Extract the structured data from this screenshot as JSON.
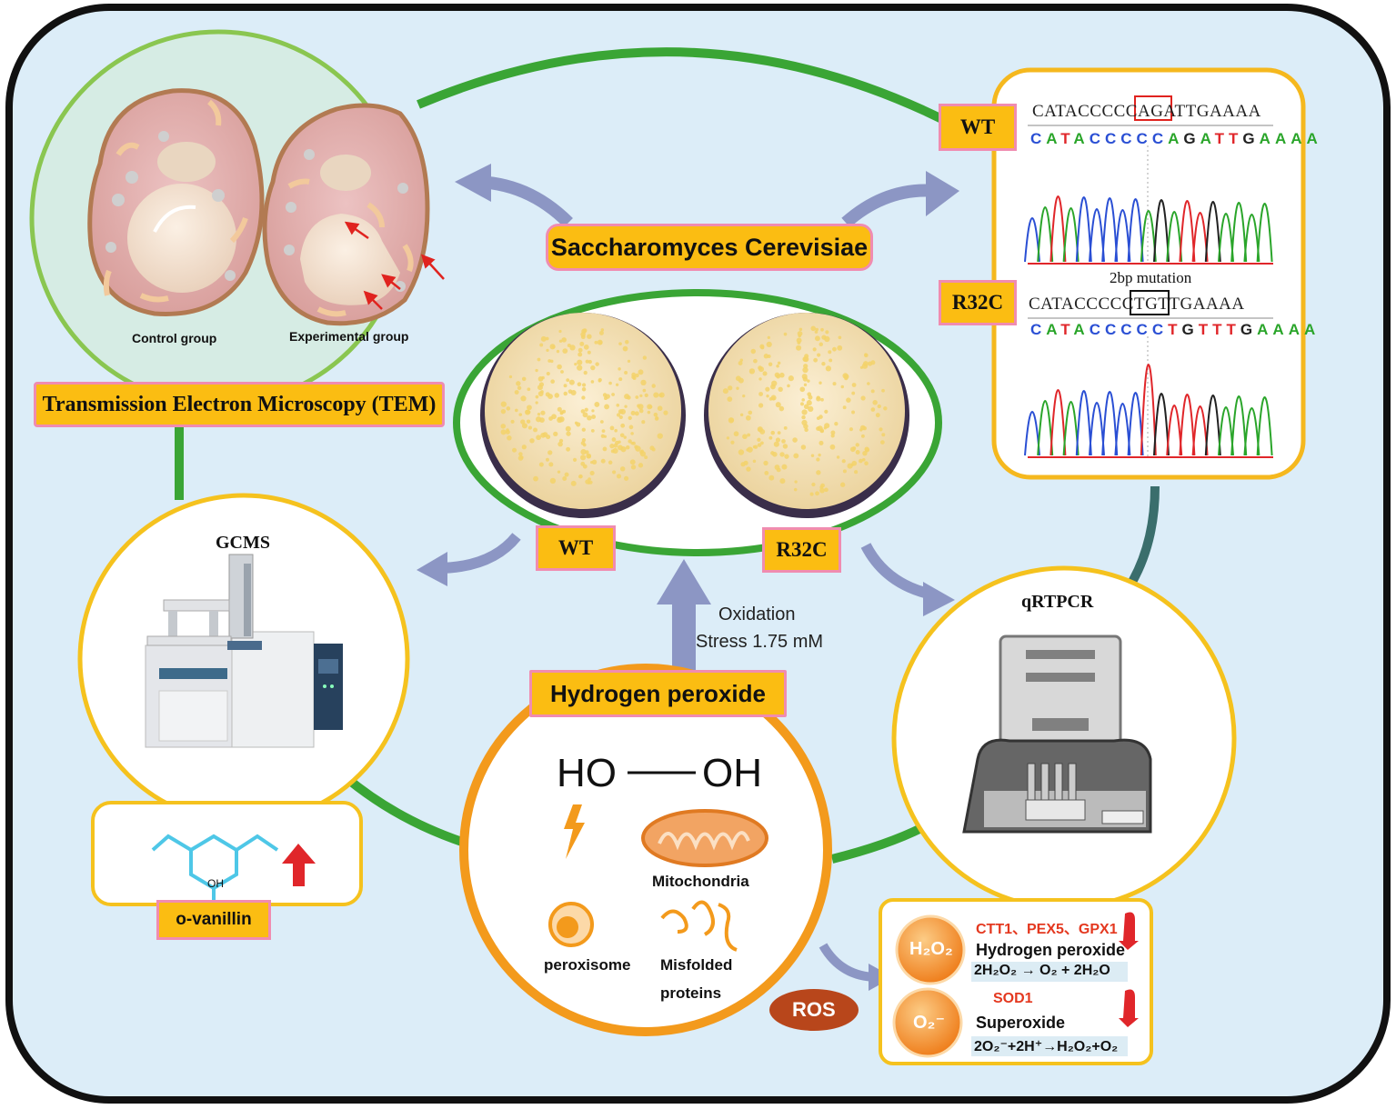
{
  "top_labels": {
    "species": "Saccharomyces  Cerevisiae",
    "tem": "Transmission Electron Microscopy (TEM)",
    "control_group": "Control group",
    "experimental_group": "Experimental group"
  },
  "plates": {
    "wt": "WT",
    "r32c": "R32C"
  },
  "sequencing": {
    "wt_tag": "WT",
    "r32c_tag": "R32C",
    "wt_seq_plain": "CATACCCCC",
    "wt_seq_boxed": "AGA",
    "wt_seq_tail": "TTGAAAA",
    "wt_colored": [
      "C",
      "A",
      "T",
      "A",
      "C",
      "C",
      "C",
      "C",
      "C",
      "A",
      "G",
      "A",
      "T",
      "T",
      "G",
      "A",
      "A",
      "A",
      "A"
    ],
    "mutation_note": "2bp mutation",
    "r32c_seq_plain": "CATACCCCC",
    "r32c_seq_boxed": "TGT",
    "r32c_seq_tail": "TGAAAA",
    "r32c_colored": [
      "C",
      "A",
      "T",
      "A",
      "C",
      "C",
      "C",
      "C",
      "C",
      "T",
      "G",
      "T",
      "T",
      "T",
      "G",
      "A",
      "A",
      "A",
      "A"
    ],
    "base_colors": {
      "A": "#2aa52a",
      "C": "#2a4fd4",
      "G": "#222222",
      "T": "#e0262a"
    }
  },
  "gcms": {
    "title": "GCMS"
  },
  "qrtpcr": {
    "title": "qRTPCR"
  },
  "treatment": {
    "oxidation_line1": "Oxidation",
    "oxidation_line2": "Stress 1.75 mM",
    "h2o2_label": "Hydrogen peroxide",
    "formula_left": "HO",
    "formula_right": "OH",
    "mitochondria": "Mitochondria",
    "peroxisome": "peroxisome",
    "misfolded_line1": "Misfolded",
    "misfolded_line2": "proteins",
    "ros": "ROS"
  },
  "vanillin": {
    "label": "o-vanillin",
    "oh": "OH"
  },
  "ros_panel": {
    "h2o2_badge": "H₂O₂",
    "h2o2_genes": "CTT1、PEX5、GPX1",
    "h2o2_name": "Hydrogen peroxide",
    "h2o2_reaction": "2H₂O₂ → O₂ + 2H₂O",
    "o2_badge": "O₂⁻",
    "o2_gene": "SOD1",
    "o2_name": "Superoxide",
    "o2_reaction": "2O₂⁻+2H⁺→H₂O₂+O₂"
  },
  "colors": {
    "background": "#dcedf8",
    "label_fill": "#fbbd12",
    "label_border": "#f08cb0",
    "green_ring": "#3aa535",
    "teal_ring": "#3a6e6c",
    "orange": "#f39a1c",
    "arrow": "#8c96c4",
    "ros_fill": "#b8461b",
    "gene_red": "#e4381f"
  }
}
